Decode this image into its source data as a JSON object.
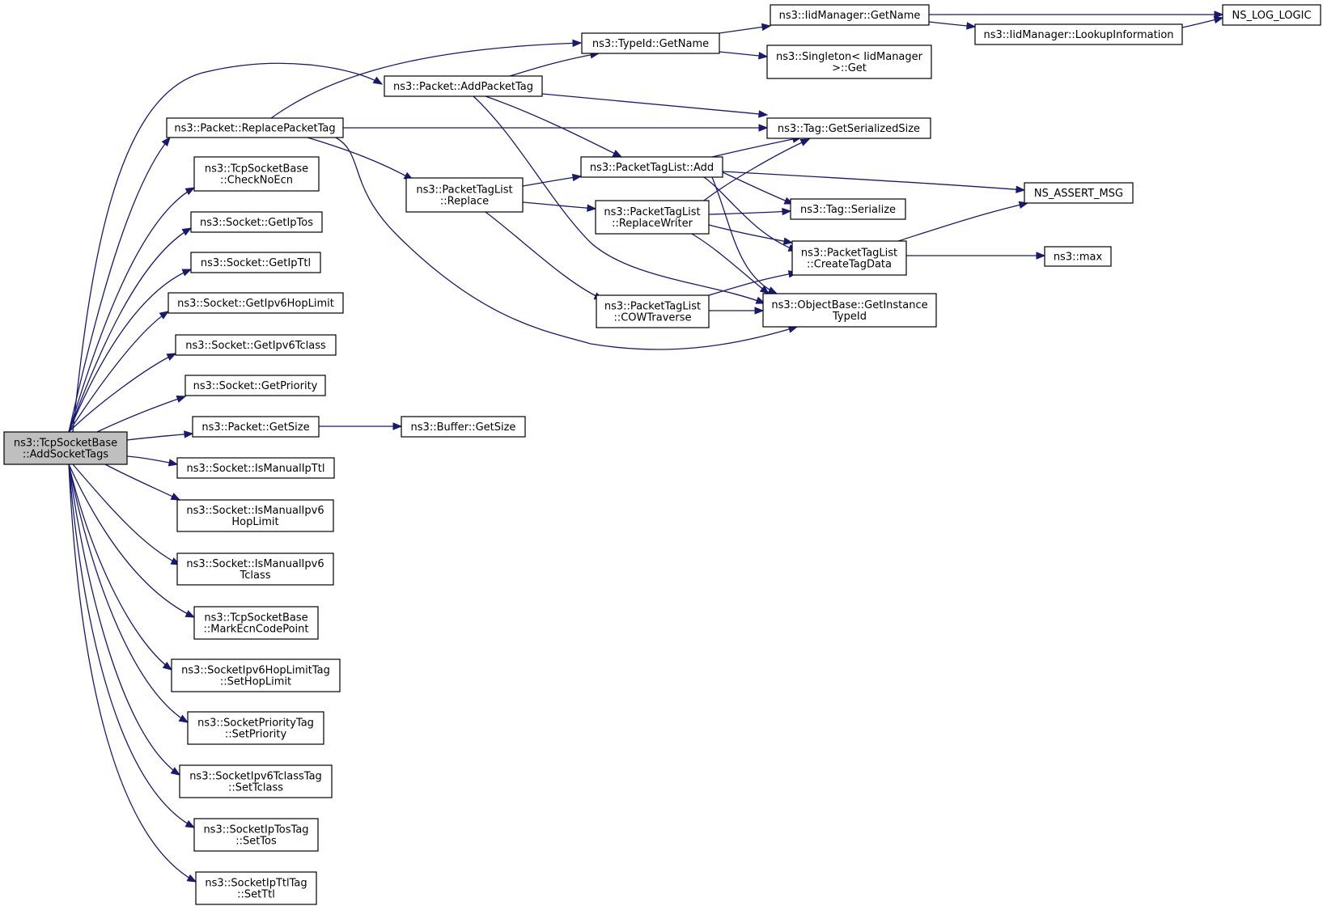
{
  "diagram": {
    "nodes": [
      {
        "id": "root",
        "label": [
          "ns3::TcpSocketBase",
          "::AddSocketTags"
        ],
        "root": true
      },
      {
        "id": "replacePacketTag",
        "label": [
          "ns3::Packet::ReplacePacketTag"
        ]
      },
      {
        "id": "checkNoEcn",
        "label": [
          "ns3::TcpSocketBase",
          "::CheckNoEcn"
        ]
      },
      {
        "id": "getIpTos",
        "label": [
          "ns3::Socket::GetIpTos"
        ]
      },
      {
        "id": "getIpTtl",
        "label": [
          "ns3::Socket::GetIpTtl"
        ]
      },
      {
        "id": "getIpv6HopLimit",
        "label": [
          "ns3::Socket::GetIpv6HopLimit"
        ]
      },
      {
        "id": "getIpv6Tclass",
        "label": [
          "ns3::Socket::GetIpv6Tclass"
        ]
      },
      {
        "id": "getPriority",
        "label": [
          "ns3::Socket::GetPriority"
        ]
      },
      {
        "id": "packetGetSize",
        "label": [
          "ns3::Packet::GetSize"
        ]
      },
      {
        "id": "isManualIpTtl",
        "label": [
          "ns3::Socket::IsManualIpTtl"
        ]
      },
      {
        "id": "isManualIpv6HopLimit",
        "label": [
          "ns3::Socket::IsManualIpv6",
          "HopLimit"
        ]
      },
      {
        "id": "isManualIpv6Tclass",
        "label": [
          "ns3::Socket::IsManualIpv6",
          "Tclass"
        ]
      },
      {
        "id": "markEcnCodePoint",
        "label": [
          "ns3::TcpSocketBase",
          "::MarkEcnCodePoint"
        ]
      },
      {
        "id": "setHopLimit",
        "label": [
          "ns3::SocketIpv6HopLimitTag",
          "::SetHopLimit"
        ]
      },
      {
        "id": "setPriority",
        "label": [
          "ns3::SocketPriorityTag",
          "::SetPriority"
        ]
      },
      {
        "id": "setTclass",
        "label": [
          "ns3::SocketIpv6TclassTag",
          "::SetTclass"
        ]
      },
      {
        "id": "setTos",
        "label": [
          "ns3::SocketIpTosTag",
          "::SetTos"
        ]
      },
      {
        "id": "setTtl",
        "label": [
          "ns3::SocketIpTtlTag",
          "::SetTtl"
        ]
      },
      {
        "id": "addPacketTag",
        "label": [
          "ns3::Packet::AddPacketTag"
        ]
      },
      {
        "id": "typeIdGetName",
        "label": [
          "ns3::TypeId::GetName"
        ]
      },
      {
        "id": "tagListReplace",
        "label": [
          "ns3::PacketTagList",
          "::Replace"
        ]
      },
      {
        "id": "bufferGetSize",
        "label": [
          "ns3::Buffer::GetSize"
        ]
      },
      {
        "id": "tagListAdd",
        "label": [
          "ns3::PacketTagList::Add"
        ]
      },
      {
        "id": "replaceWriter",
        "label": [
          "ns3::PacketTagList",
          "::ReplaceWriter"
        ]
      },
      {
        "id": "cowTraverse",
        "label": [
          "ns3::PacketTagList",
          "::COWTraverse"
        ]
      },
      {
        "id": "iidGetName",
        "label": [
          "ns3::IidManager::GetName"
        ]
      },
      {
        "id": "singletonGet",
        "label": [
          "ns3::Singleton< IidManager",
          " >::Get"
        ]
      },
      {
        "id": "getSerializedSize",
        "label": [
          "ns3::Tag::GetSerializedSize"
        ]
      },
      {
        "id": "tagSerialize",
        "label": [
          "ns3::Tag::Serialize"
        ]
      },
      {
        "id": "createTagData",
        "label": [
          "ns3::PacketTagList",
          "::CreateTagData"
        ]
      },
      {
        "id": "getInstanceTypeId",
        "label": [
          "ns3::ObjectBase::GetInstance",
          "TypeId"
        ]
      },
      {
        "id": "lookupInformation",
        "label": [
          "ns3::IidManager::LookupInformation"
        ]
      },
      {
        "id": "nsLogLogic",
        "label": [
          "NS_LOG_LOGIC"
        ]
      },
      {
        "id": "nsAssertMsg",
        "label": [
          "NS_ASSERT_MSG"
        ]
      },
      {
        "id": "max",
        "label": [
          "ns3::max"
        ]
      }
    ],
    "edges": [
      [
        "root",
        "addPacketTag"
      ],
      [
        "root",
        "replacePacketTag"
      ],
      [
        "root",
        "checkNoEcn"
      ],
      [
        "root",
        "getIpTos"
      ],
      [
        "root",
        "getIpTtl"
      ],
      [
        "root",
        "getIpv6HopLimit"
      ],
      [
        "root",
        "getIpv6Tclass"
      ],
      [
        "root",
        "getPriority"
      ],
      [
        "root",
        "packetGetSize"
      ],
      [
        "root",
        "isManualIpTtl"
      ],
      [
        "root",
        "isManualIpv6HopLimit"
      ],
      [
        "root",
        "isManualIpv6Tclass"
      ],
      [
        "root",
        "markEcnCodePoint"
      ],
      [
        "root",
        "setHopLimit"
      ],
      [
        "root",
        "setPriority"
      ],
      [
        "root",
        "setTclass"
      ],
      [
        "root",
        "setTos"
      ],
      [
        "root",
        "setTtl"
      ],
      [
        "replacePacketTag",
        "typeIdGetName"
      ],
      [
        "replacePacketTag",
        "getSerializedSize"
      ],
      [
        "replacePacketTag",
        "tagListReplace"
      ],
      [
        "replacePacketTag",
        "getInstanceTypeId"
      ],
      [
        "addPacketTag",
        "typeIdGetName"
      ],
      [
        "addPacketTag",
        "getSerializedSize"
      ],
      [
        "addPacketTag",
        "tagListAdd"
      ],
      [
        "addPacketTag",
        "getInstanceTypeId"
      ],
      [
        "packetGetSize",
        "bufferGetSize"
      ],
      [
        "typeIdGetName",
        "iidGetName"
      ],
      [
        "typeIdGetName",
        "singletonGet"
      ],
      [
        "iidGetName",
        "nsLogLogic"
      ],
      [
        "iidGetName",
        "lookupInformation"
      ],
      [
        "lookupInformation",
        "nsLogLogic"
      ],
      [
        "tagListReplace",
        "tagListAdd"
      ],
      [
        "tagListReplace",
        "replaceWriter"
      ],
      [
        "tagListReplace",
        "cowTraverse"
      ],
      [
        "tagListAdd",
        "getSerializedSize"
      ],
      [
        "tagListAdd",
        "nsAssertMsg"
      ],
      [
        "tagListAdd",
        "tagSerialize"
      ],
      [
        "tagListAdd",
        "createTagData"
      ],
      [
        "tagListAdd",
        "getInstanceTypeId"
      ],
      [
        "replaceWriter",
        "getSerializedSize"
      ],
      [
        "replaceWriter",
        "tagSerialize"
      ],
      [
        "replaceWriter",
        "createTagData"
      ],
      [
        "replaceWriter",
        "getInstanceTypeId"
      ],
      [
        "cowTraverse",
        "createTagData"
      ],
      [
        "cowTraverse",
        "getInstanceTypeId"
      ],
      [
        "createTagData",
        "nsAssertMsg"
      ],
      [
        "createTagData",
        "max"
      ]
    ]
  }
}
